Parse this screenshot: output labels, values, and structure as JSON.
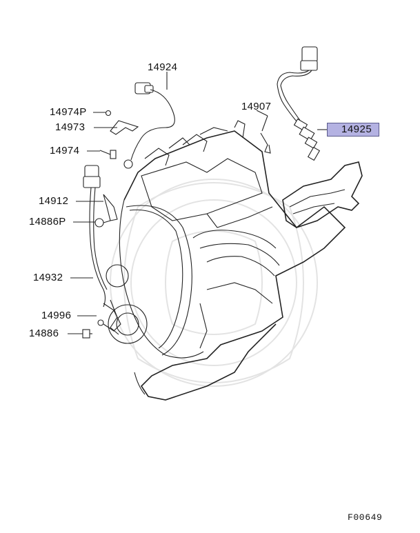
{
  "diagram": {
    "highlight_color": "#b4b2e2",
    "figure_code": "F00649",
    "callouts": {
      "p14924": "14924",
      "p14974P": "14974P",
      "p14973": "14973",
      "p14974": "14974",
      "p14907": "14907",
      "p14925": "14925",
      "p14912": "14912",
      "p14886P": "14886P",
      "p14932": "14932",
      "p14996": "14996",
      "p14886": "14886"
    },
    "highlighted_part": "14925"
  }
}
